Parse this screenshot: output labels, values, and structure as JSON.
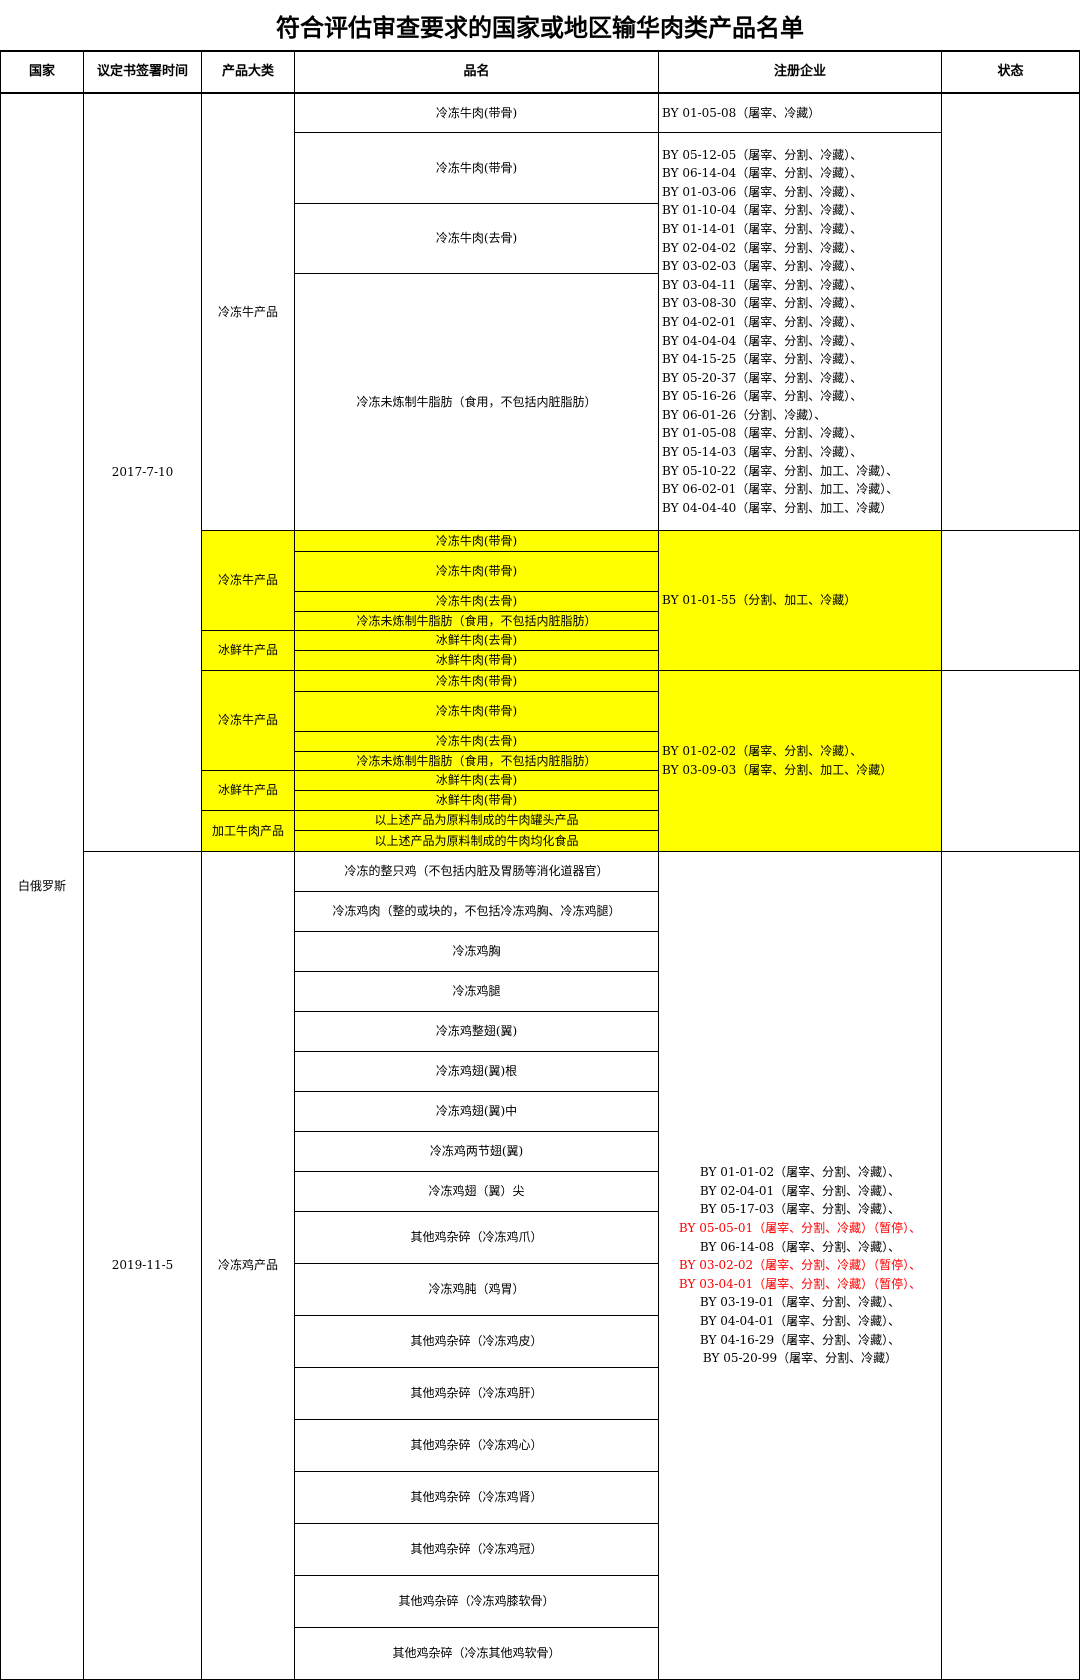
{
  "title": "符合评估审查要求的国家或地区输华肉类产品名单",
  "headers": {
    "country": "国家",
    "sign_date": "议定书签署时间",
    "category": "产品大类",
    "product": "品名",
    "enterprise": "注册企业",
    "status": "状态"
  },
  "country": "白俄罗斯",
  "dates": {
    "first": "2017-7-10",
    "second": "2019-11-5"
  },
  "categories": {
    "frozen_beef": "冷冻牛产品",
    "chilled_beef": "冰鲜牛产品",
    "processed_beef": "加工牛肉产品",
    "frozen_chicken": "冷冻鸡产品"
  },
  "section1": {
    "products": [
      "冷冻牛肉(带骨)",
      "冷冻牛肉(带骨)",
      "冷冻牛肉(去骨)",
      "冷冻未炼制牛脂肪（食用，不包括内脏脂肪）"
    ],
    "enterprise_first": "BY 01-05-08（屠宰、冷藏）",
    "enterprises": [
      "BY 05-12-05（屠宰、分割、冷藏）、",
      "BY 06-14-04（屠宰、分割、冷藏）、",
      "BY 01-03-06（屠宰、分割、冷藏）、",
      "BY 01-10-04（屠宰、分割、冷藏）、",
      "BY 01-14-01（屠宰、分割、冷藏）、",
      "BY 02-04-02（屠宰、分割、冷藏）、",
      "BY 03-02-03（屠宰、分割、冷藏）、",
      "BY 03-04-11（屠宰、分割、冷藏）、",
      "BY 03-08-30（屠宰、分割、冷藏）、",
      "BY 04-02-01（屠宰、分割、冷藏）、",
      "BY 04-04-04（屠宰、分割、冷藏）、",
      "BY 04-15-25（屠宰、分割、冷藏）、",
      "BY 05-20-37（屠宰、分割、冷藏）、",
      "BY 05-16-26（屠宰、分割、冷藏）、",
      "BY 06-01-26（分割、冷藏）、",
      "BY 01-05-08（屠宰、分割、冷藏）、",
      "BY 05-14-03（屠宰、分割、冷藏）、",
      "BY 05-10-22（屠宰、分割、加工、冷藏）、",
      "BY 06-02-01（屠宰、分割、加工、冷藏）、",
      "BY 04-04-40（屠宰、分割、加工、冷藏）"
    ]
  },
  "section2": {
    "products": [
      "冷冻牛肉(带骨)",
      "冷冻牛肉(带骨)",
      "冷冻牛肉(去骨)",
      "冷冻未炼制牛脂肪（食用，不包括内脏脂肪）",
      "冰鲜牛肉(去骨)",
      "冰鲜牛肉(带骨)"
    ],
    "enterprise": "BY 01-01-55（分割、加工、冷藏）"
  },
  "section3": {
    "products": [
      "冷冻牛肉(带骨)",
      "冷冻牛肉(带骨)",
      "冷冻牛肉(去骨)",
      "冷冻未炼制牛脂肪（食用，不包括内脏脂肪）",
      "冰鲜牛肉(去骨)",
      "冰鲜牛肉(带骨)",
      "以上述产品为原料制成的牛肉罐头产品",
      "以上述产品为原料制成的牛肉均化食品"
    ],
    "enterprises": [
      "BY 01-02-02（屠宰、分割、冷藏）、",
      "BY 03-09-03（屠宰、分割、加工、冷藏）"
    ]
  },
  "section4": {
    "products": [
      "冷冻的整只鸡（不包括内脏及胃肠等消化道器官）",
      "冷冻鸡肉（整的或块的，不包括冷冻鸡胸、冷冻鸡腿）",
      "冷冻鸡胸",
      "冷冻鸡腿",
      "冷冻鸡整翅(翼)",
      "冷冻鸡翅(翼)根",
      "冷冻鸡翅(翼)中",
      "冷冻鸡两节翅(翼)",
      "冷冻鸡翅（翼）尖",
      "其他鸡杂碎（冷冻鸡爪）",
      "冷冻鸡肫（鸡胃）",
      "其他鸡杂碎（冷冻鸡皮）",
      "其他鸡杂碎（冷冻鸡肝）",
      "其他鸡杂碎（冷冻鸡心）",
      "其他鸡杂碎（冷冻鸡肾）",
      "其他鸡杂碎（冷冻鸡冠）",
      "其他鸡杂碎（冷冻鸡膝软骨）",
      "其他鸡杂碎（冷冻其他鸡软骨）"
    ],
    "enterprises": [
      {
        "text": "BY 01-01-02（屠宰、分割、冷藏）、",
        "suspended": false
      },
      {
        "text": "BY 02-04-01（屠宰、分割、冷藏）、",
        "suspended": false
      },
      {
        "text": "BY 05-17-03（屠宰、分割、冷藏）、",
        "suspended": false
      },
      {
        "text": "BY 05-05-01（屠宰、分割、冷藏）（暂停）、",
        "suspended": true
      },
      {
        "text": "BY 06-14-08（屠宰、分割、冷藏）、",
        "suspended": false
      },
      {
        "text": "BY 03-02-02（屠宰、分割、冷藏）（暂停）、",
        "suspended": true
      },
      {
        "text": "BY 03-04-01（屠宰、分割、冷藏）（暂停）、",
        "suspended": true
      },
      {
        "text": "BY 03-19-01（屠宰、分割、冷藏）、",
        "suspended": false
      },
      {
        "text": "BY 04-04-01（屠宰、分割、冷藏）、",
        "suspended": false
      },
      {
        "text": "BY 04-16-29（屠宰、分割、冷藏）、",
        "suspended": false
      },
      {
        "text": "BY 05-20-99（屠宰、分割、冷藏）",
        "suspended": false
      }
    ]
  },
  "colors": {
    "highlight": "#ffff00",
    "suspended_text": "#ff0000",
    "border": "#000000"
  }
}
